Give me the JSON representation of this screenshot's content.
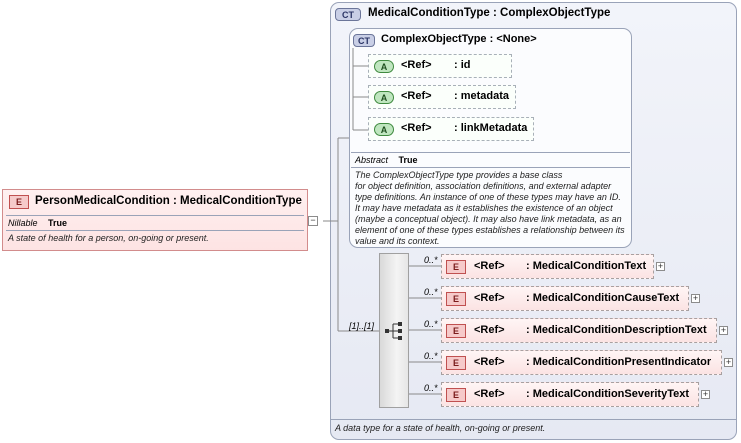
{
  "root": {
    "badge": "E",
    "name": "PersonMedicalCondition",
    "type": ": MedicalConditionType",
    "nillable_label": "Nillable",
    "nillable_value": "True",
    "description": "A state of health for a person, on-going or present."
  },
  "complex_type": {
    "badge": "CT",
    "name": "MedicalConditionType",
    "base": ": ComplexObjectType",
    "description": "A data type for a state of health, on-going or present."
  },
  "base_type": {
    "badge": "CT",
    "name": "ComplexObjectType",
    "base": ": <None>",
    "abstract_label": "Abstract",
    "abstract_value": "True",
    "description_lines": [
      "The ComplexObjectType type provides a base class",
      "for object definition, association definitions, and external adapter",
      "type definitions. An instance of one of these types may have an ID.",
      "It may have metadata as it establishes the existence of an object",
      "(maybe a conceptual object). It may also have link metadata, as an",
      "element of one of these types establishes a relationship between its",
      "value and its context."
    ],
    "attributes": [
      {
        "badge": "A",
        "ref": "<Ref>",
        "name": ": id"
      },
      {
        "badge": "A",
        "ref": "<Ref>",
        "name": ": metadata"
      },
      {
        "badge": "A",
        "ref": "<Ref>",
        "name": ": linkMetadata"
      }
    ]
  },
  "sequence": {
    "occurrence": "[1]..[1]"
  },
  "elements": [
    {
      "occurrence": "0..*",
      "badge": "E",
      "ref": "<Ref>",
      "name": ": MedicalConditionText",
      "expand": "+"
    },
    {
      "occurrence": "0..*",
      "badge": "E",
      "ref": "<Ref>",
      "name": ": MedicalConditionCauseText",
      "expand": "+"
    },
    {
      "occurrence": "0..*",
      "badge": "E",
      "ref": "<Ref>",
      "name": ": MedicalConditionDescriptionText",
      "expand": "+"
    },
    {
      "occurrence": "0..*",
      "badge": "E",
      "ref": "<Ref>",
      "name": ": MedicalConditionPresentIndicator",
      "expand": "+"
    },
    {
      "occurrence": "0..*",
      "badge": "E",
      "ref": "<Ref>",
      "name": ": MedicalConditionSeverityText",
      "expand": "+"
    }
  ],
  "root_collapse": "−"
}
